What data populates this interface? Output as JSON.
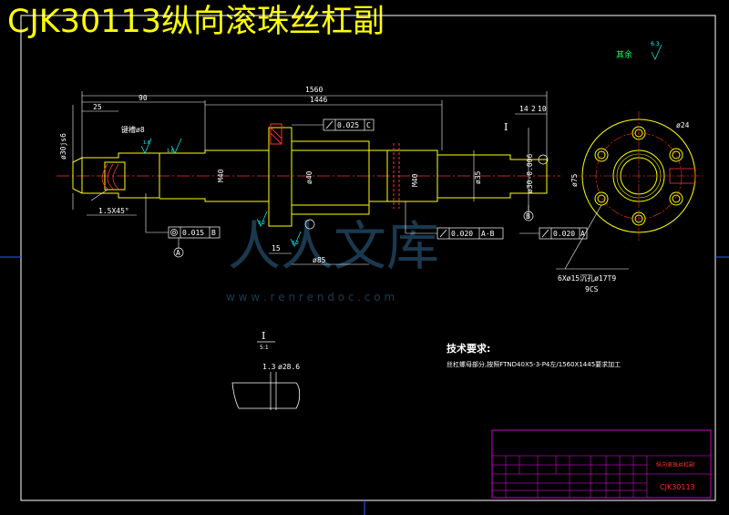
{
  "drawing": {
    "title": "CJK30113纵向滚珠丝杠副",
    "surface_finish_note": "其余",
    "surface_finish_value": "6.3",
    "dimensions": {
      "overall_length": "1560",
      "thread_length": "1446",
      "left_section": "90",
      "left_end": "25",
      "right_end_1": "14",
      "right_end_2": "2",
      "right_end_3": "10",
      "chamfer": "1.5X45°",
      "flange_dia": "ø85",
      "flange_width": "15",
      "shaft_dia_right": "ø35",
      "bolt_circle": "ø75",
      "nut_thread_1": "M40",
      "nut_thread_2": "M40",
      "center_dia": "ø40",
      "bolt_holes": "6Xø15沉孔ø17T9",
      "bolt_holes_sub": "9CS",
      "tolerance_dia": "ø30-0.006",
      "center_hole": "ø24",
      "detail_dim": "1.3",
      "detail_dia": "ø28.6",
      "keyway_note": "键槽ø8",
      "left_dia_note": "ø30js6",
      "finish_small_1": "1.6",
      "finish_small_2": "1.6",
      "finish_small_3": "3.2",
      "finish_small_4": "3.2"
    },
    "tolerances": {
      "runout_c": "0.025",
      "runout_c_ref": "C",
      "coax_b": "0.015",
      "coax_b_ref": "B",
      "runout_ab": "0.020",
      "runout_ab_ref": "A-B",
      "runout_a": "0.020",
      "runout_a_ref": "A"
    },
    "datums": {
      "a": "A",
      "b": "B"
    },
    "views": {
      "section_label": "I",
      "detail_label": "I",
      "detail_scale": "5:1"
    },
    "tech_requirements": {
      "heading": "技术要求:",
      "line1": "丝杠螺母部分,按照FTND40X5-3-P4左/1560X1445要求加工"
    },
    "watermark": {
      "text": "人人文库",
      "url": "w w w . r e n r e n d o c . c o m"
    },
    "title_block": {
      "name": "纵向滚珠丝杠副",
      "code": "CJK30113"
    }
  }
}
